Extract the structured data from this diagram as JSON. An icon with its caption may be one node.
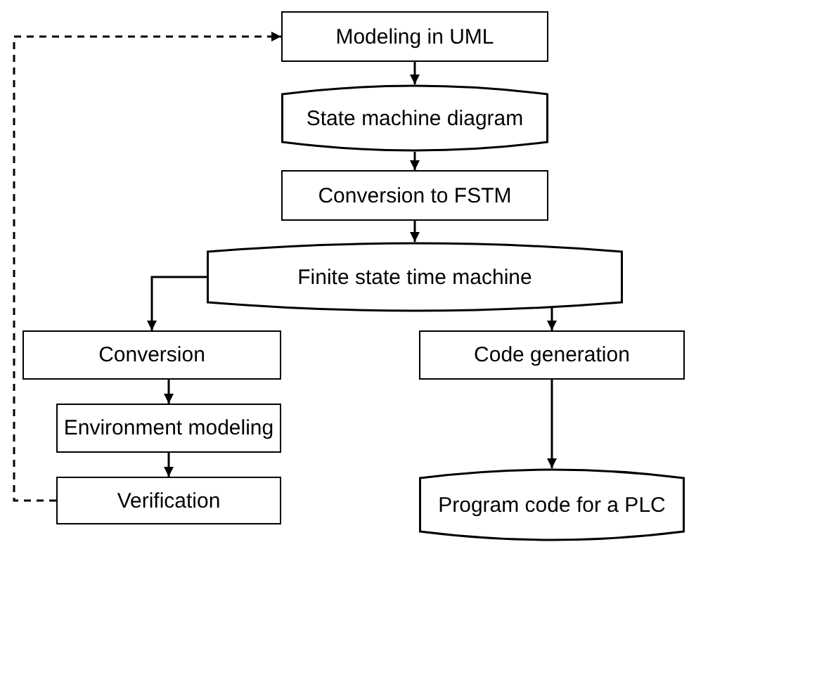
{
  "diagram": {
    "nodes": [
      {
        "text": [
          "Modeling in UML"
        ]
      },
      {
        "text": [
          "State machine diagram"
        ]
      },
      {
        "text": [
          "Conversion to FSTM"
        ]
      },
      {
        "text": [
          "Finite state time machine"
        ]
      },
      {
        "text": [
          "Conversion"
        ]
      },
      {
        "text": [
          "Code generation"
        ]
      },
      {
        "text": [
          "Environment modeling"
        ]
      },
      {
        "text": [
          "Verification"
        ]
      },
      {
        "text": [
          "Program code for a PLC"
        ]
      }
    ],
    "edges": [
      {
        "from": 0,
        "to": 1,
        "arrow": "to"
      },
      {
        "from": 1,
        "to": 2,
        "arrow": "to"
      },
      {
        "from": 2,
        "to": 3,
        "arrow": "to"
      },
      {
        "from": 3,
        "to": 4,
        "arrow": "to"
      },
      {
        "from": 3,
        "to": 5,
        "arrow": "to"
      },
      {
        "from": 4,
        "to": 6,
        "arrow": "to"
      },
      {
        "from": 6,
        "to": 7,
        "arrow": "to"
      },
      {
        "from": 5,
        "to": 8,
        "arrow": "to"
      },
      {
        "from": 7,
        "to": 0,
        "arrow": "to",
        "style": "dashed"
      }
    ]
  }
}
